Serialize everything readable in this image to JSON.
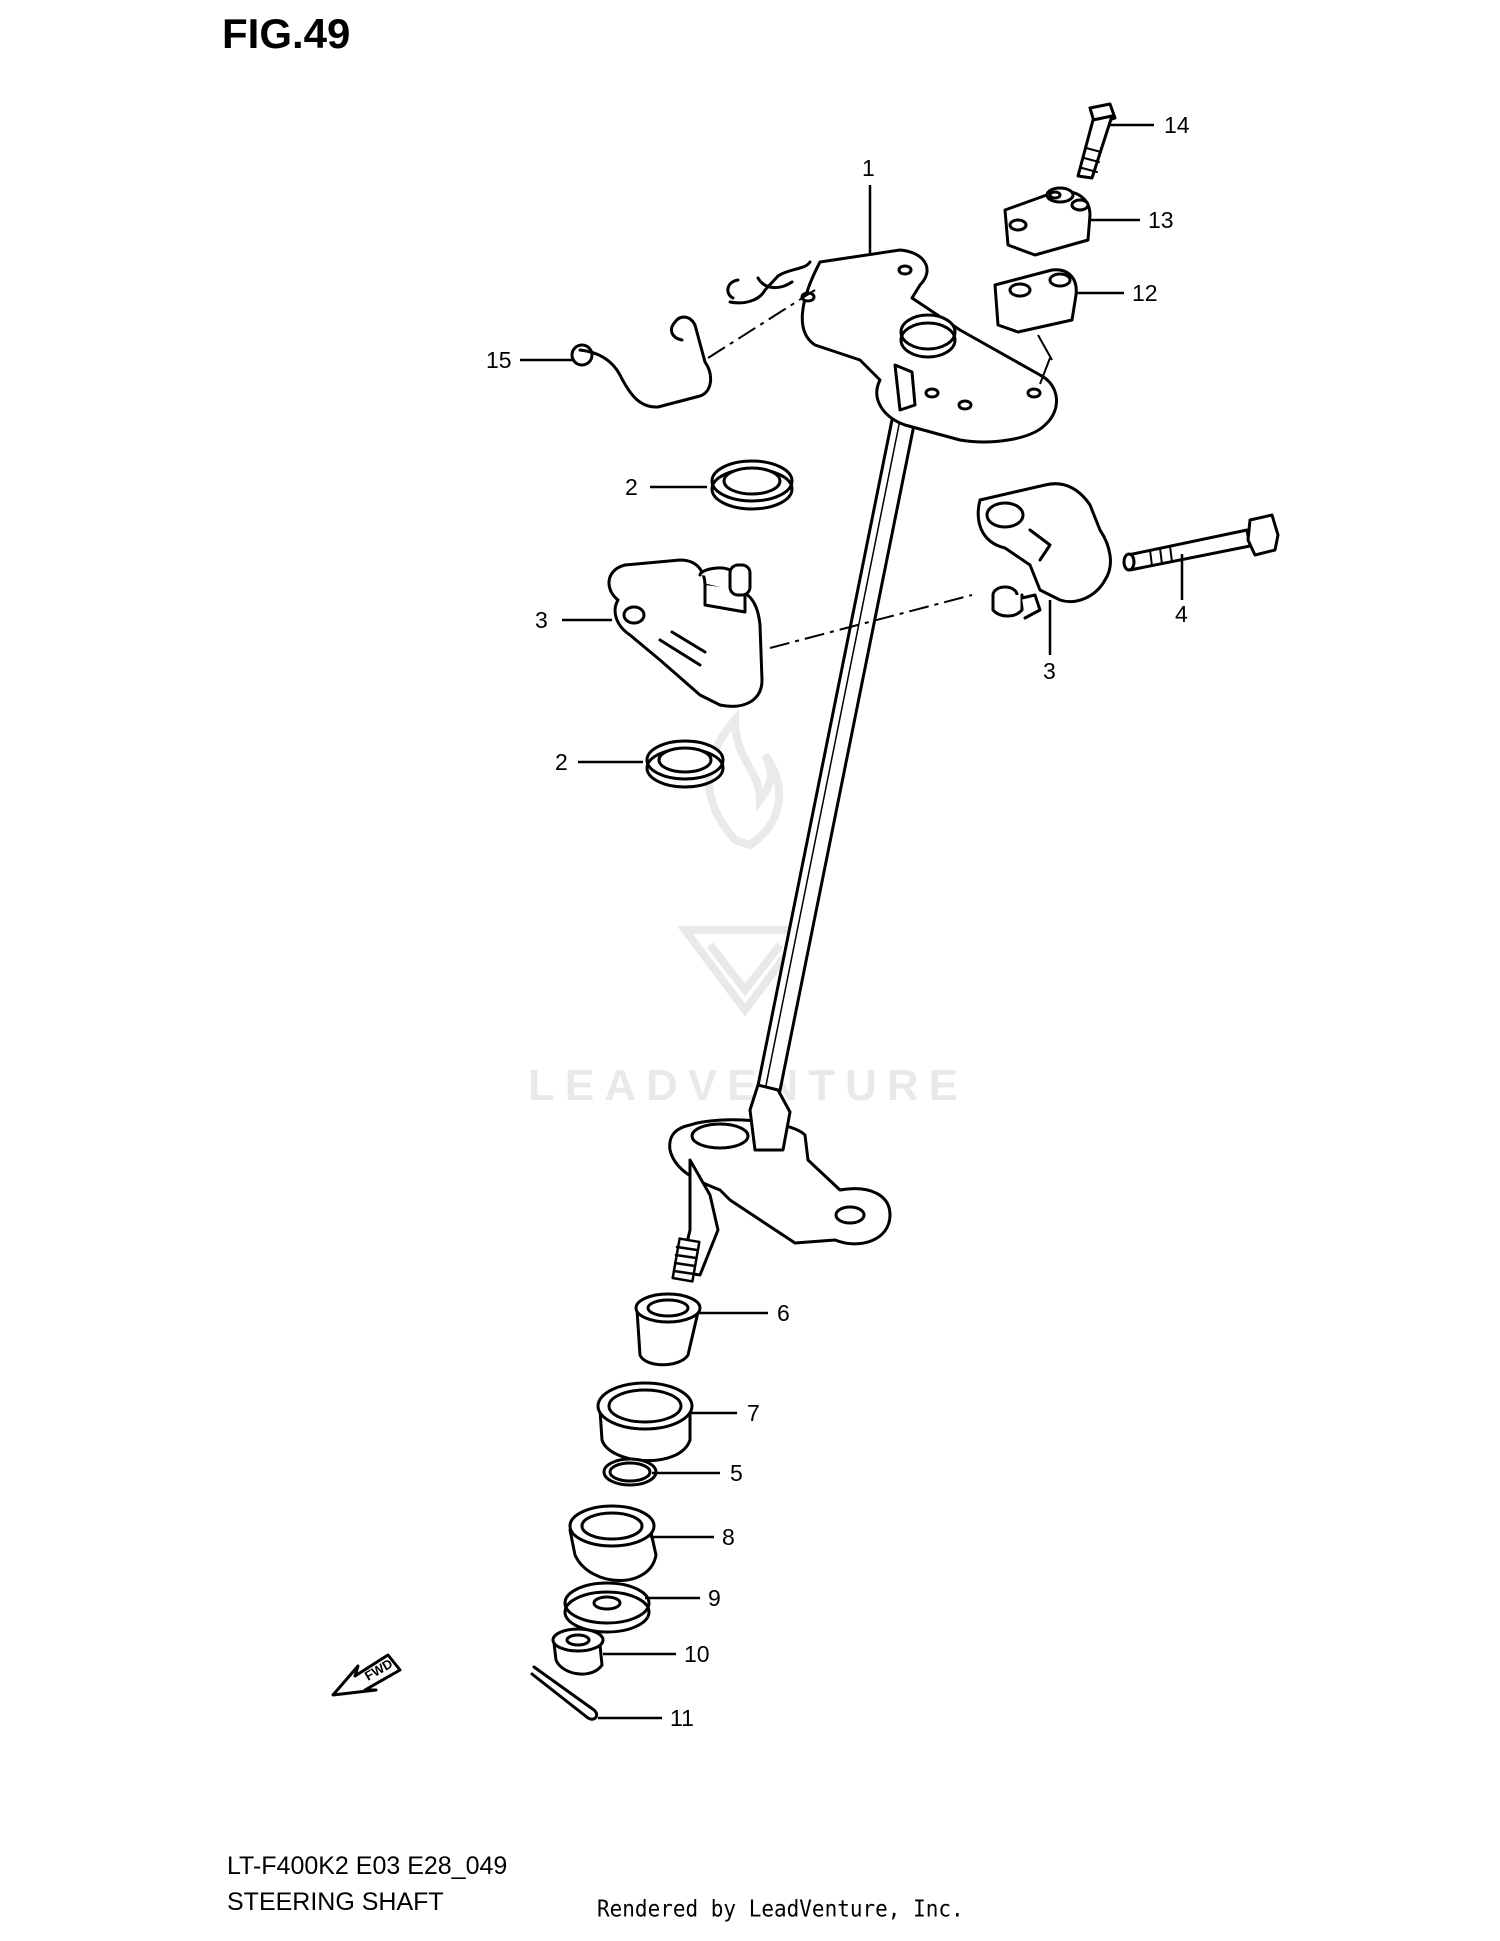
{
  "figure": {
    "title": "FIG.49",
    "model": "LT-F400K2 E03 E28_049",
    "name": "STEERING SHAFT"
  },
  "callouts": [
    "1",
    "2",
    "2",
    "3",
    "3",
    "4",
    "5",
    "6",
    "7",
    "8",
    "9",
    "10",
    "11",
    "12",
    "13",
    "14",
    "15"
  ],
  "direction_tag": "FWD",
  "watermark": "LEADVENTURE",
  "credit": "Rendered by LeadVenture, Inc."
}
